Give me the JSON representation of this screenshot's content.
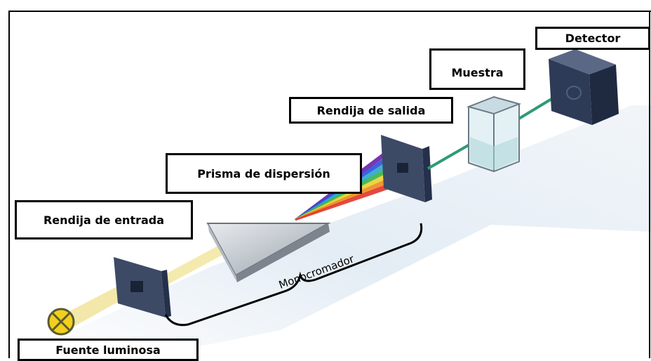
{
  "labels": {
    "detector": "Detector",
    "muestra": "Muestra",
    "rendija_salida": "Rendija de salida",
    "prisma": "Prisma de dispersión",
    "rendija_entrada": "Rendija de entrada",
    "fuente": "Fuente luminosa",
    "monocromador": "Monocromador"
  },
  "colors": {
    "frame": "#000000",
    "beam": "#f2e6a0",
    "monochromatic_beam": "#2f9a78",
    "spectrum": [
      "#6a1fa8",
      "#2b4fd6",
      "#2aa4d0",
      "#36b14a",
      "#e8d230",
      "#f08a22",
      "#e0352a"
    ],
    "slit_panel": "#3d4a66",
    "detector_body": "#2e3b57",
    "lamp": "#f2cf1c"
  }
}
